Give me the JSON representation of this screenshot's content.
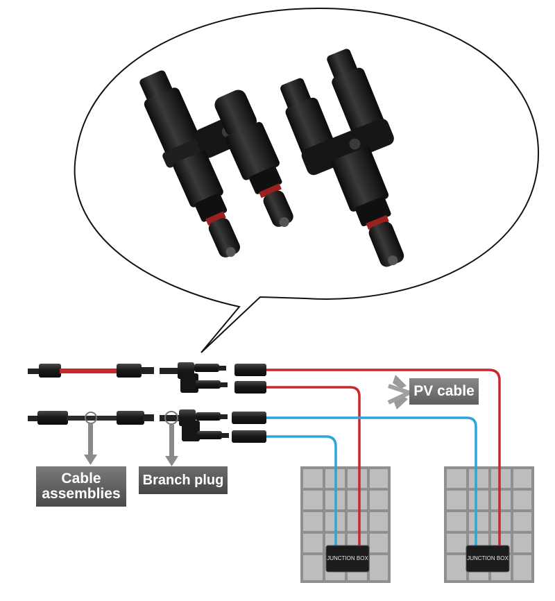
{
  "labels": {
    "cable_assemblies_line1": "Cable",
    "cable_assemblies_line2": "assemblies",
    "branch_plug": "Branch plug",
    "pv_cable": "PV cable",
    "junction_box_left": "JUNCTION BOX",
    "junction_box_right": "JUNCTION BOX"
  },
  "colors": {
    "positive_cable": "#c8282b",
    "negative_cable": "#2aa6d8",
    "panel_cell": "#b9b9b9",
    "panel_frame": "#9a9a9a",
    "label_box": "#5a5a5a",
    "connector_body": "#1c1c1c"
  }
}
